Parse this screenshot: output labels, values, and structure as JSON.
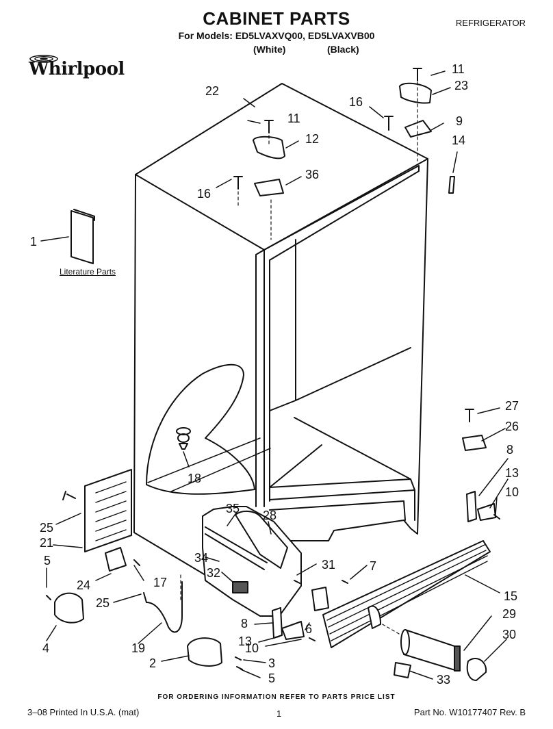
{
  "header": {
    "title": "CABINET PARTS",
    "models": "For Models: ED5LVAXVQ00, ED5LVAXVB00",
    "color_white": "(White)",
    "color_black": "(Black)",
    "category": "REFRIGERATOR",
    "brand": "Whirlpool"
  },
  "literature_label": "Literature Parts",
  "callouts": [
    "22",
    "11",
    "23",
    "16",
    "11",
    "12",
    "9",
    "14",
    "16",
    "36",
    "1",
    "27",
    "26",
    "8",
    "13",
    "10",
    "18",
    "35",
    "28",
    "25",
    "21",
    "5",
    "34",
    "31",
    "7",
    "24",
    "17",
    "32",
    "15",
    "25",
    "8",
    "6",
    "29",
    "4",
    "19",
    "13",
    "10",
    "30",
    "2",
    "3",
    "5",
    "33"
  ],
  "footer": {
    "note": "FOR ORDERING INFORMATION REFER TO PARTS PRICE LIST",
    "printed": "3–08 Printed In U.S.A. (mat)",
    "page": "1",
    "part_no": "Part No. W10177407 Rev. B"
  },
  "colors": {
    "ink": "#111111",
    "paper": "#ffffff",
    "shade": "#777777"
  },
  "icons": [
    "whirlpool-logo-icon"
  ]
}
